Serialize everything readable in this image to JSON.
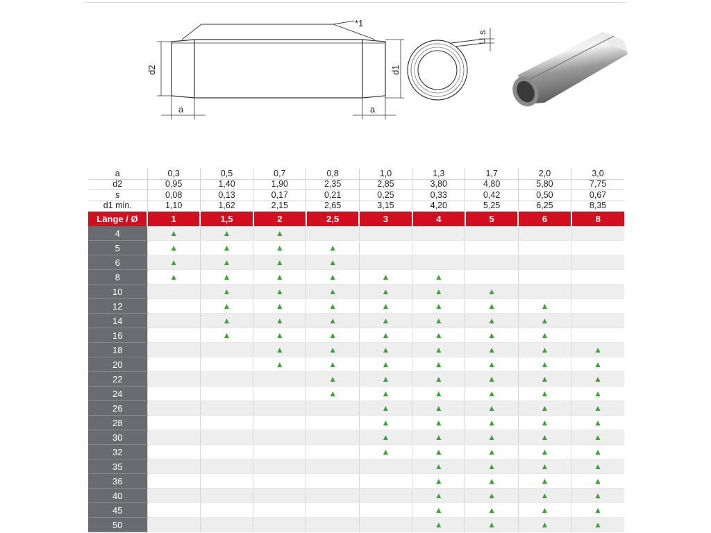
{
  "drawing": {
    "label_callout": "*1",
    "label_d2": "d2",
    "label_d1": "d1",
    "label_a_left": "a",
    "label_a_right": "a",
    "label_s": "s"
  },
  "table": {
    "dim_rows": [
      {
        "label": "a",
        "values": [
          "0,3",
          "0,5",
          "0,7",
          "0,8",
          "1,0",
          "1,3",
          "1,7",
          "2,0",
          "3,0"
        ]
      },
      {
        "label": "d2",
        "values": [
          "0,95",
          "1,40",
          "1,90",
          "2,35",
          "2,85",
          "3,80",
          "4,80",
          "5,80",
          "7,75"
        ]
      },
      {
        "label": "s",
        "values": [
          "0,08",
          "0,13",
          "0,17",
          "0,21",
          "0,25",
          "0,33",
          "0,42",
          "0,50",
          "0,67"
        ]
      },
      {
        "label": "d1 min.",
        "values": [
          "1,10",
          "1,62",
          "2,15",
          "2,65",
          "3,15",
          "4,20",
          "5,25",
          "6,25",
          "8,35"
        ]
      }
    ],
    "header_label": "Länge / Ø",
    "diameters": [
      "1",
      "1,5",
      "2",
      "2,5",
      "3",
      "4",
      "5",
      "6",
      "8"
    ],
    "mark": "▲",
    "rows": [
      {
        "length": "4",
        "avail": [
          1,
          1,
          1,
          0,
          0,
          0,
          0,
          0,
          0
        ]
      },
      {
        "length": "5",
        "avail": [
          1,
          1,
          1,
          1,
          0,
          0,
          0,
          0,
          0
        ]
      },
      {
        "length": "6",
        "avail": [
          1,
          1,
          1,
          1,
          0,
          0,
          0,
          0,
          0
        ]
      },
      {
        "length": "8",
        "avail": [
          1,
          1,
          1,
          1,
          1,
          1,
          0,
          0,
          0
        ]
      },
      {
        "length": "10",
        "avail": [
          0,
          1,
          1,
          1,
          1,
          1,
          1,
          0,
          0
        ]
      },
      {
        "length": "12",
        "avail": [
          0,
          1,
          1,
          1,
          1,
          1,
          1,
          1,
          0
        ]
      },
      {
        "length": "14",
        "avail": [
          0,
          1,
          1,
          1,
          1,
          1,
          1,
          1,
          0
        ]
      },
      {
        "length": "16",
        "avail": [
          0,
          1,
          1,
          1,
          1,
          1,
          1,
          1,
          0
        ]
      },
      {
        "length": "18",
        "avail": [
          0,
          0,
          1,
          1,
          1,
          1,
          1,
          1,
          1
        ]
      },
      {
        "length": "20",
        "avail": [
          0,
          0,
          1,
          1,
          1,
          1,
          1,
          1,
          1
        ]
      },
      {
        "length": "22",
        "avail": [
          0,
          0,
          0,
          1,
          1,
          1,
          1,
          1,
          1
        ]
      },
      {
        "length": "24",
        "avail": [
          0,
          0,
          0,
          1,
          1,
          1,
          1,
          1,
          1
        ]
      },
      {
        "length": "26",
        "avail": [
          0,
          0,
          0,
          0,
          1,
          1,
          1,
          1,
          1
        ]
      },
      {
        "length": "28",
        "avail": [
          0,
          0,
          0,
          0,
          1,
          1,
          1,
          1,
          1
        ]
      },
      {
        "length": "30",
        "avail": [
          0,
          0,
          0,
          0,
          1,
          1,
          1,
          1,
          1
        ]
      },
      {
        "length": "32",
        "avail": [
          0,
          0,
          0,
          0,
          1,
          1,
          1,
          1,
          1
        ]
      },
      {
        "length": "35",
        "avail": [
          0,
          0,
          0,
          0,
          0,
          1,
          1,
          1,
          1
        ]
      },
      {
        "length": "36",
        "avail": [
          0,
          0,
          0,
          0,
          0,
          1,
          1,
          1,
          1
        ]
      },
      {
        "length": "40",
        "avail": [
          0,
          0,
          0,
          0,
          0,
          1,
          1,
          1,
          1
        ]
      },
      {
        "length": "45",
        "avail": [
          0,
          0,
          0,
          0,
          0,
          1,
          1,
          1,
          1
        ]
      },
      {
        "length": "50",
        "avail": [
          0,
          0,
          0,
          0,
          0,
          1,
          1,
          1,
          1
        ]
      }
    ]
  },
  "colors": {
    "header_red": "#d10f1f",
    "length_gray": "#6a6b70",
    "mark_green": "#3aa435"
  }
}
